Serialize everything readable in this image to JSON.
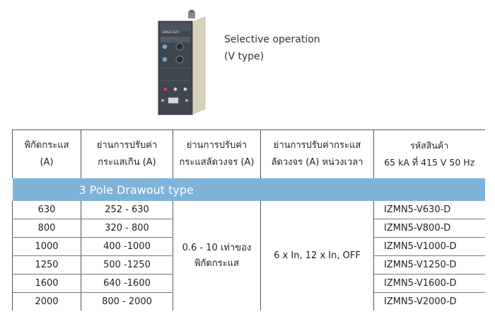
{
  "caption": {
    "line1": "Selective operation",
    "line2": "(V type)"
  },
  "product_label": "IZMS6-XZV",
  "table": {
    "headers": [
      {
        "line1": "พิกัดกระแส",
        "line2": "(A)"
      },
      {
        "line1": "ย่านการปรับค่า",
        "line2": "กระแสเกิน (A)"
      },
      {
        "line1": "ย่านการปรับค่า",
        "line2": "กระแสลัดวงจร (A)"
      },
      {
        "line1": "ย่านการปรับค่ากระแส",
        "line2": "ลัดวงจร (A) หน่วงเวลา"
      },
      {
        "line1": "รหัสสินค้า",
        "line2": "65 kA ที่ 415 V 50 Hz"
      }
    ],
    "section_title": "3 Pole Drawout type",
    "merged_short_circuit": {
      "line1": "0.6 - 10 เท่าของ",
      "line2": "พิกัดกระแส"
    },
    "merged_delay": "6 x In, 12 x In, OFF",
    "rows": [
      {
        "rating": "630",
        "range": "252 - 630",
        "code": "IZMN5-V630-D"
      },
      {
        "rating": "800",
        "range": "320 - 800",
        "code": "IZMN5-V800-D"
      },
      {
        "rating": "1000",
        "range": "400 -1000",
        "code": "IZMN5-V1000-D"
      },
      {
        "rating": "1250",
        "range": "500 -1250",
        "code": "IZMN5-V1250-D"
      },
      {
        "rating": "1600",
        "range": "640 -1600",
        "code": "IZMN5-V1600-D"
      },
      {
        "rating": "2000",
        "range": "800 - 2000",
        "code": "IZMN5-V2000-D"
      }
    ]
  }
}
